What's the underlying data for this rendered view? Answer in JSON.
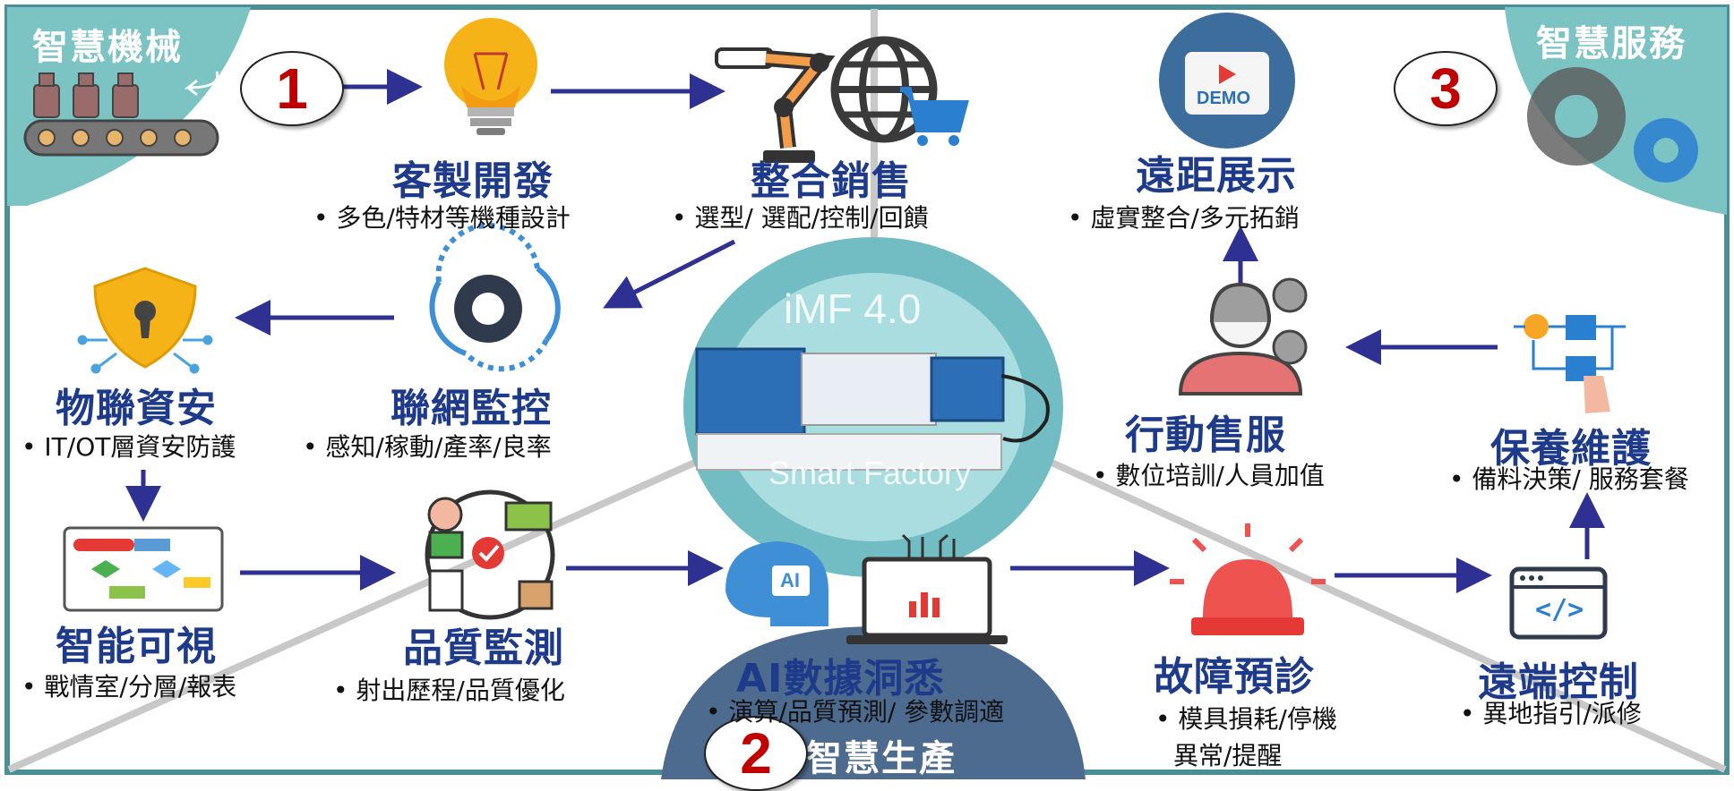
{
  "corners": {
    "machinery": "智慧機械",
    "service": "智慧服務",
    "production": "智慧生產"
  },
  "numbers": {
    "one": "1",
    "two": "2",
    "three": "3"
  },
  "center": {
    "top": "iMF 4.0",
    "bottom": "Smart Factory"
  },
  "nodes": {
    "custom_dev": {
      "title": "客製開發",
      "desc": "• 多色/特材等機種設計"
    },
    "integrated_sales": {
      "title": "整合銷售",
      "desc": "• 選型/ 選配/控制/回饋"
    },
    "remote_demo": {
      "title": "遠距展示",
      "desc": "• 虛實整合/多元拓銷"
    },
    "iot_security": {
      "title": "物聯資安",
      "desc": "• IT/OT層資安防護"
    },
    "net_monitor": {
      "title": "聯網監控",
      "desc": "• 感知/稼動/產率/良率"
    },
    "mobile_service": {
      "title": "行動售服",
      "desc": "• 數位培訓/人員加值"
    },
    "maintenance": {
      "title": "保養維護",
      "desc": "• 備料決策/ 服務套餐"
    },
    "smart_visual": {
      "title": "智能可視",
      "desc": "• 戰情室/分層/報表"
    },
    "quality_monitor": {
      "title": "品質監測",
      "desc": "• 射出歷程/品質優化"
    },
    "ai_insight": {
      "title": "AI數據洞悉",
      "desc": "• 演算/品質預測/ 參數調適"
    },
    "fault_predict": {
      "title": "故障預診",
      "desc_line1": "• 模具損耗/停機",
      "desc_line2": "異常/提醒"
    },
    "remote_control": {
      "title": "遠端控制",
      "desc": "• 異地指引/派修"
    }
  },
  "icon_text": {
    "demo": "DEMO",
    "ai": "AI",
    "code": "</>"
  },
  "colors": {
    "teal": "#7cc3c4",
    "navy": "#1e3a8a",
    "arrow": "#2e3192",
    "red_number": "#c00000",
    "slate_blue": "#4d6a8f"
  }
}
